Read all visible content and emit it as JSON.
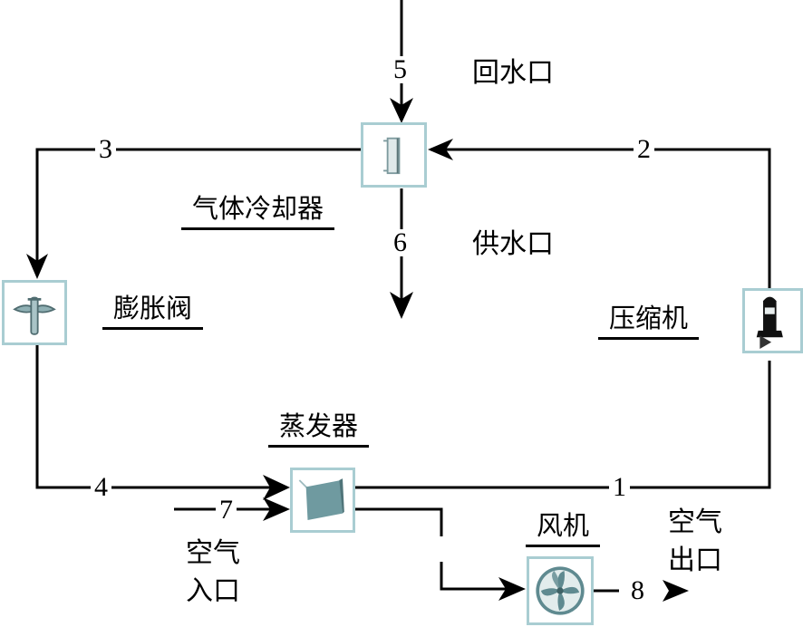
{
  "title": "CO2 heat pump cycle schematic",
  "components": {
    "gas_cooler": "气体冷却器",
    "expansion_valve": "膨胀阀",
    "compressor": "压缩机",
    "evaporator": "蒸发器",
    "fan": "风机"
  },
  "ports": {
    "water_return": "回水口",
    "water_supply": "供水口",
    "air_inlet_line1": "空气",
    "air_inlet_line2": "入口",
    "air_outlet_line1": "空气",
    "air_outlet_line2": "出口"
  },
  "state_points": [
    "1",
    "2",
    "3",
    "4",
    "5",
    "6",
    "7",
    "8"
  ],
  "colors": {
    "line": "#000000",
    "component_border": "#a9cdd2",
    "component_fill": "#6f9aa0"
  }
}
